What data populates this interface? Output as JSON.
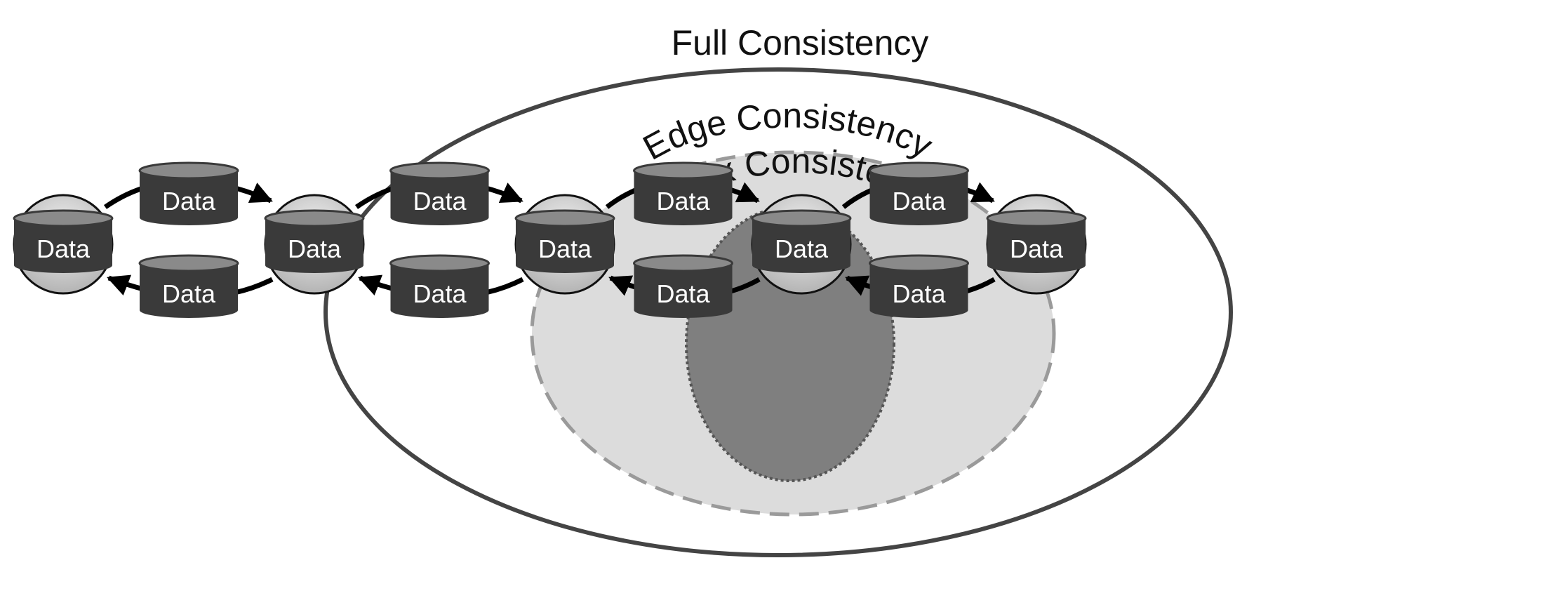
{
  "zones": {
    "full": {
      "label": "Full Consistency"
    },
    "edge": {
      "label": "Edge Consistency"
    },
    "vertex": {
      "label": "Vertex Consistency"
    }
  },
  "vertex_data_label": "Data",
  "edge_data_label": "Data",
  "vertex_count": 5,
  "edges": [
    {
      "from": 0,
      "to": 1,
      "direction": "forward",
      "label": "Data"
    },
    {
      "from": 1,
      "to": 0,
      "direction": "backward",
      "label": "Data"
    },
    {
      "from": 1,
      "to": 2,
      "direction": "forward",
      "label": "Data"
    },
    {
      "from": 2,
      "to": 1,
      "direction": "backward",
      "label": "Data"
    },
    {
      "from": 2,
      "to": 3,
      "direction": "forward",
      "label": "Data"
    },
    {
      "from": 3,
      "to": 2,
      "direction": "backward",
      "label": "Data"
    },
    {
      "from": 3,
      "to": 4,
      "direction": "forward",
      "label": "Data"
    },
    {
      "from": 4,
      "to": 3,
      "direction": "backward",
      "label": "Data"
    }
  ],
  "colors": {
    "cylinder_body": "#3a3a3a",
    "cylinder_top": "#8a8a8a",
    "vertex_fill_light": "#f4f4f4",
    "vertex_fill_dark": "#b4b4b4",
    "full_zone_stroke": "#444444",
    "edge_zone_fill": "#dcdcdc",
    "edge_zone_stroke": "#9a9a9a",
    "vertex_zone_fill": "#7f7f7f",
    "vertex_zone_stroke": "#555555",
    "arrow": "#000000"
  }
}
